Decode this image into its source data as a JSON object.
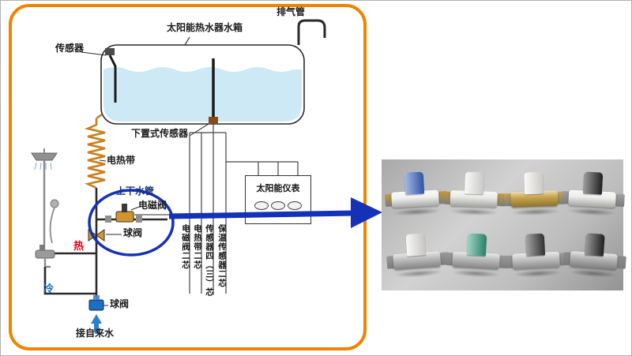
{
  "colors": {
    "border_orange": "#f08300",
    "highlight_blue": "#1431b8",
    "arrow_blue": "#1431b8",
    "water": "#cde9f6",
    "hot_red": "#e8000d",
    "cold_blue": "#1a6fc4",
    "pipe_label_blue": "#16327e"
  },
  "diagram": {
    "exhaust_pipe_label": "排气管",
    "tank_label": "太阳能热水器水箱",
    "sensor_label": "传感器",
    "bottom_sensor_label": "下置式传感器",
    "heating_band_label": "电热带",
    "water_pipe_label": "上下水管",
    "solenoid_valve_label": "电磁阀",
    "ball_valve_upper_label": "球阀",
    "hot_label": "热",
    "cold_label": "冷",
    "ball_valve_lower_label": "球阀",
    "tap_water_label": "接自来水",
    "controller": {
      "title": "太阳能仪表"
    },
    "wire_labels": [
      "电磁阀二芯",
      "电热带二芯",
      "传感器四（三）芯",
      "保温传感器二芯"
    ]
  },
  "photo": {
    "valves": [
      {
        "name": "white-body-blue-cap",
        "cap_color": "#3a66c8",
        "body_color": "#f0f0ee",
        "fitting_color": "#c49a3a"
      },
      {
        "name": "white-body-white-cap",
        "cap_color": "#f4f4f1",
        "body_color": "#e9e9e6",
        "fitting_color": "#c49a3a"
      },
      {
        "name": "brass-body-white-cap",
        "cap_color": "#f6f4ef",
        "body_color": "#c9a44a",
        "fitting_color": "#c9a44a"
      },
      {
        "name": "white-body-black-cap",
        "cap_color": "#262626",
        "body_color": "#ededea",
        "fitting_color": "#a0a0a0"
      },
      {
        "name": "silver-body-white-cap",
        "cap_color": "#f1f0ed",
        "body_color": "#bcbcbc",
        "fitting_color": "#9a9a9a"
      },
      {
        "name": "silver-body-green-cap",
        "cap_color": "#2f9e7d",
        "body_color": "#bdbdbd",
        "fitting_color": "#9a9a9a"
      },
      {
        "name": "silver-body-dark-cap",
        "cap_color": "#3c3c3c",
        "body_color": "#c3c3c3",
        "fitting_color": "#9a9a9a"
      },
      {
        "name": "silver-body-black-cap",
        "cap_color": "#242424",
        "body_color": "#b4b4b4",
        "fitting_color": "#8c8c8c"
      }
    ]
  }
}
